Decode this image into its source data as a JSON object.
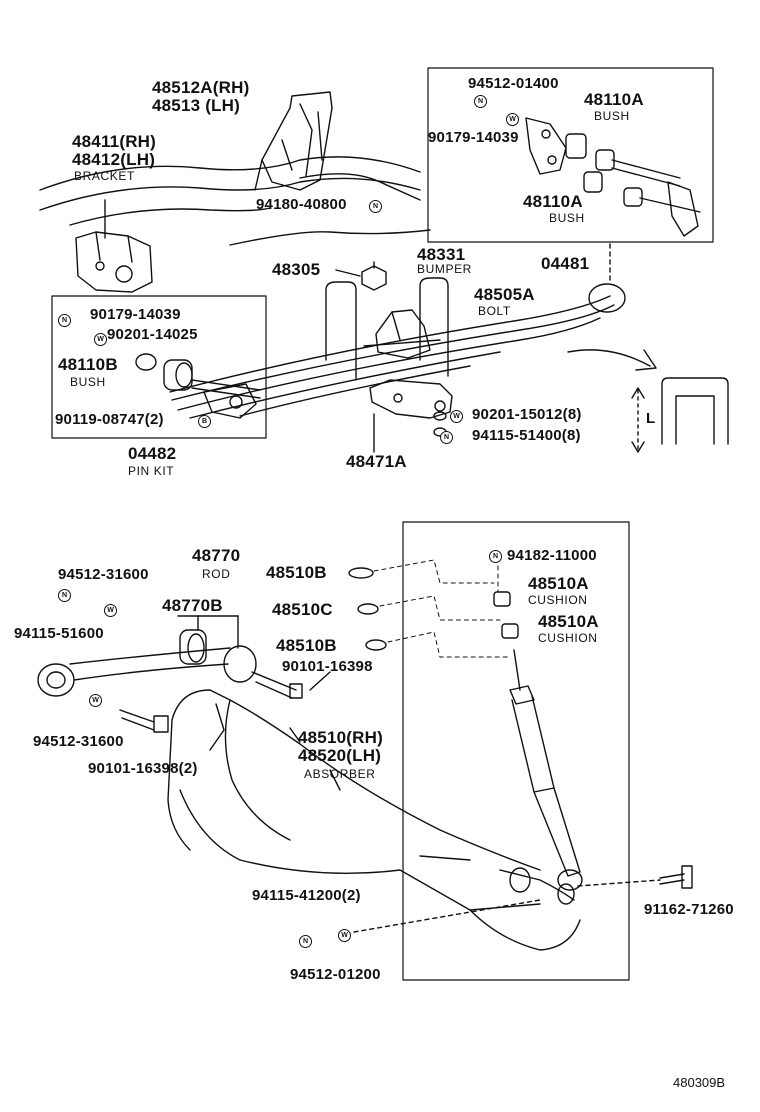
{
  "labels": {
    "p48512a_rh": "48512A(RH)",
    "p48513_lh": "48513  (LH)",
    "p48411_rh": "48411(RH)",
    "p48412_lh": "48412(LH)",
    "bracket": "BRACKET",
    "p94180_40800": "94180-40800",
    "p94512_01400": "94512-01400",
    "p48110a_top": "48110A",
    "bush_top": "BUSH",
    "p90179_14039_top": "90179-14039",
    "p48110a_mid": "48110A",
    "bush_mid": "BUSH",
    "p04481": "04481",
    "p48331": "48331",
    "bumper": "BUMPER",
    "p48305": "48305",
    "p48505a": "48505A",
    "bolt": "BOLT",
    "p90179_14039_box": "90179-14039",
    "p90201_14025": "90201-14025",
    "p48110b": "48110B",
    "bush_left": "BUSH",
    "p90119_08747": "90119-08747(2)",
    "p04482": "04482",
    "pin_kit": "PIN KIT",
    "p48471a": "48471A",
    "p90201_15012": "90201-15012(8)",
    "p94115_51400": "94115-51400(8)",
    "dim_l": "L",
    "p48770": "48770",
    "rod": "ROD",
    "p94512_31600_top": "94512-31600",
    "p94115_51600": "94115-51600",
    "p48770b": "48770B",
    "p48510b_top": "48510B",
    "p48510c": "48510C",
    "p48510b_bot": "48510B",
    "p90101_16398": "90101-16398",
    "p94182_11000": "94182-11000",
    "p48510a_top": "48510A",
    "cushion_top": "CUSHION",
    "p48510a_bot": "48510A",
    "cushion_bot": "CUSHION",
    "p94512_31600_bot": "94512-31600",
    "p90101_16398_2": "90101-16398(2)",
    "p48510_rh": "48510(RH)",
    "p48520_lh": "48520(LH)",
    "absorber": "ABSORBER",
    "p94115_41200": "94115-41200(2)",
    "p94512_01200": "94512-01200",
    "p91162_71260": "91162-71260",
    "footer_code": "480309B"
  },
  "markers": {
    "n": "N",
    "w": "W",
    "b": "B"
  }
}
